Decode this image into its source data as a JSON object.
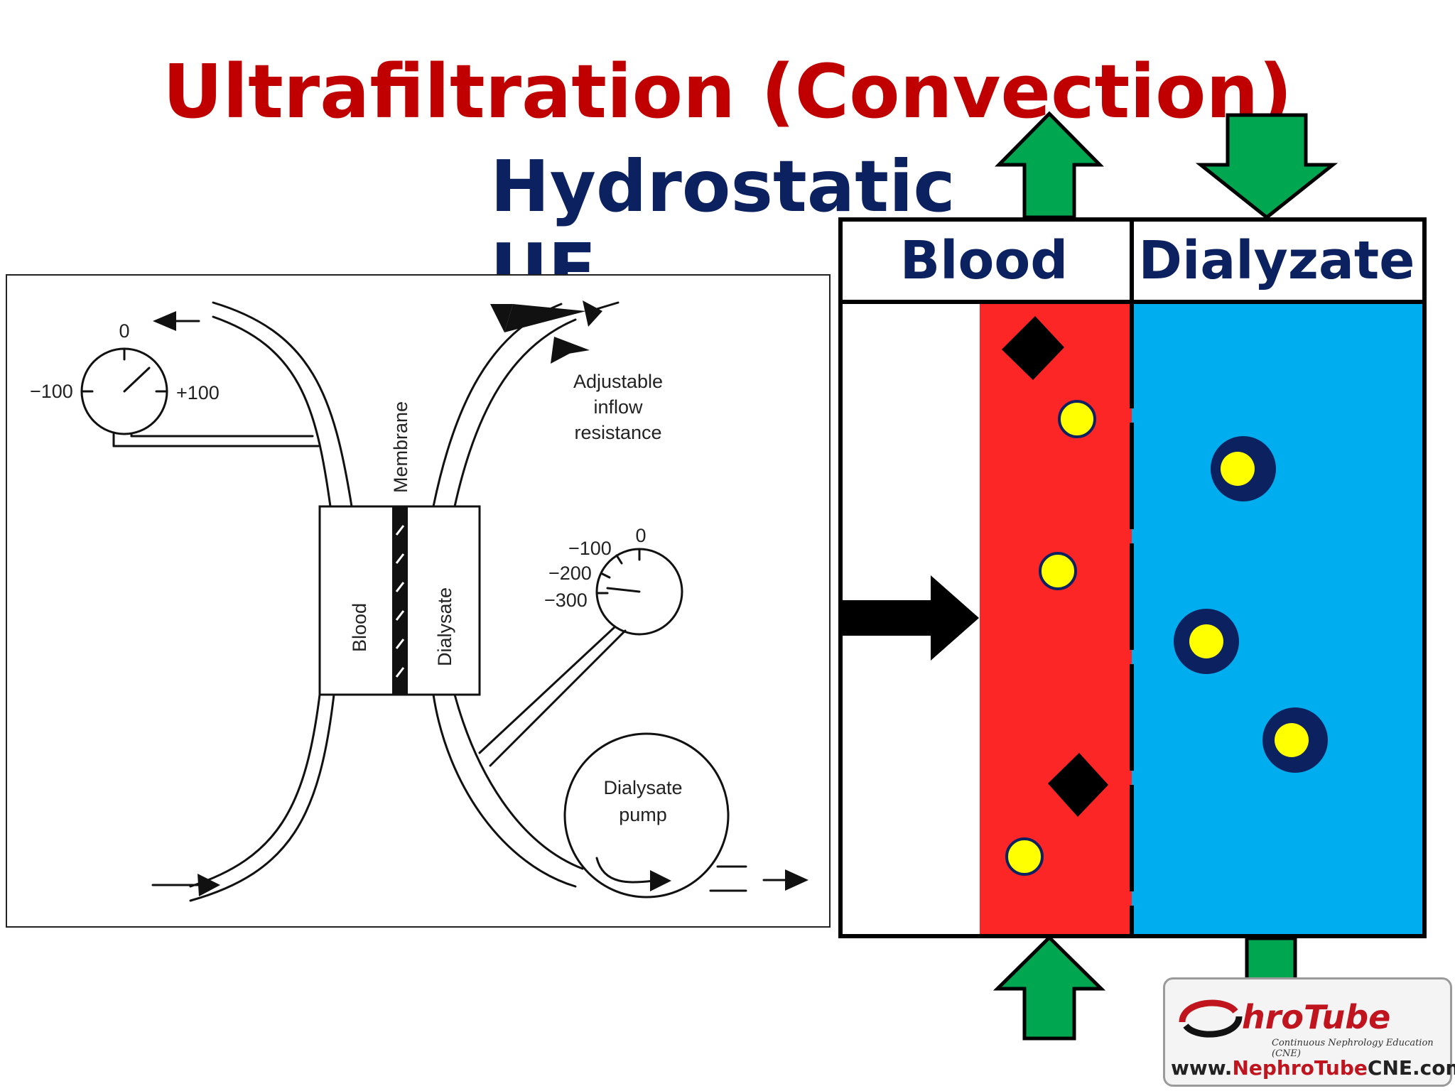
{
  "title": "Ultrafiltration (Convection)",
  "subtitle": "Hydrostatic UF",
  "schematic": {
    "gauge_blood": {
      "zero": "0",
      "minus": "−100",
      "plus": "+100"
    },
    "membrane": "Membrane",
    "blood": "Blood",
    "dialysate": "Dialysate",
    "inflow": [
      "Adjustable",
      "inflow",
      "resistance"
    ],
    "gauge_dialysate": {
      "zero": "0",
      "m100": "−100",
      "m200": "−200",
      "m300": "−300"
    },
    "pump": [
      "Dialysate",
      "pump"
    ]
  },
  "model": {
    "blood_label": "Blood",
    "dialyzate_label": "Dialyzate",
    "colors": {
      "blood": "#fd2626",
      "dialyzate": "#00aeef",
      "arrow": "#00a650",
      "solute": "#ffff00",
      "halo": "#0b2160"
    }
  },
  "logo": {
    "name_partial": "hroTube",
    "tagline": "Continuous Nephrology Education (CNE)",
    "url_prefix": "www.",
    "url_brand": "NephroTube",
    "url_suffix": "CNE.com"
  }
}
